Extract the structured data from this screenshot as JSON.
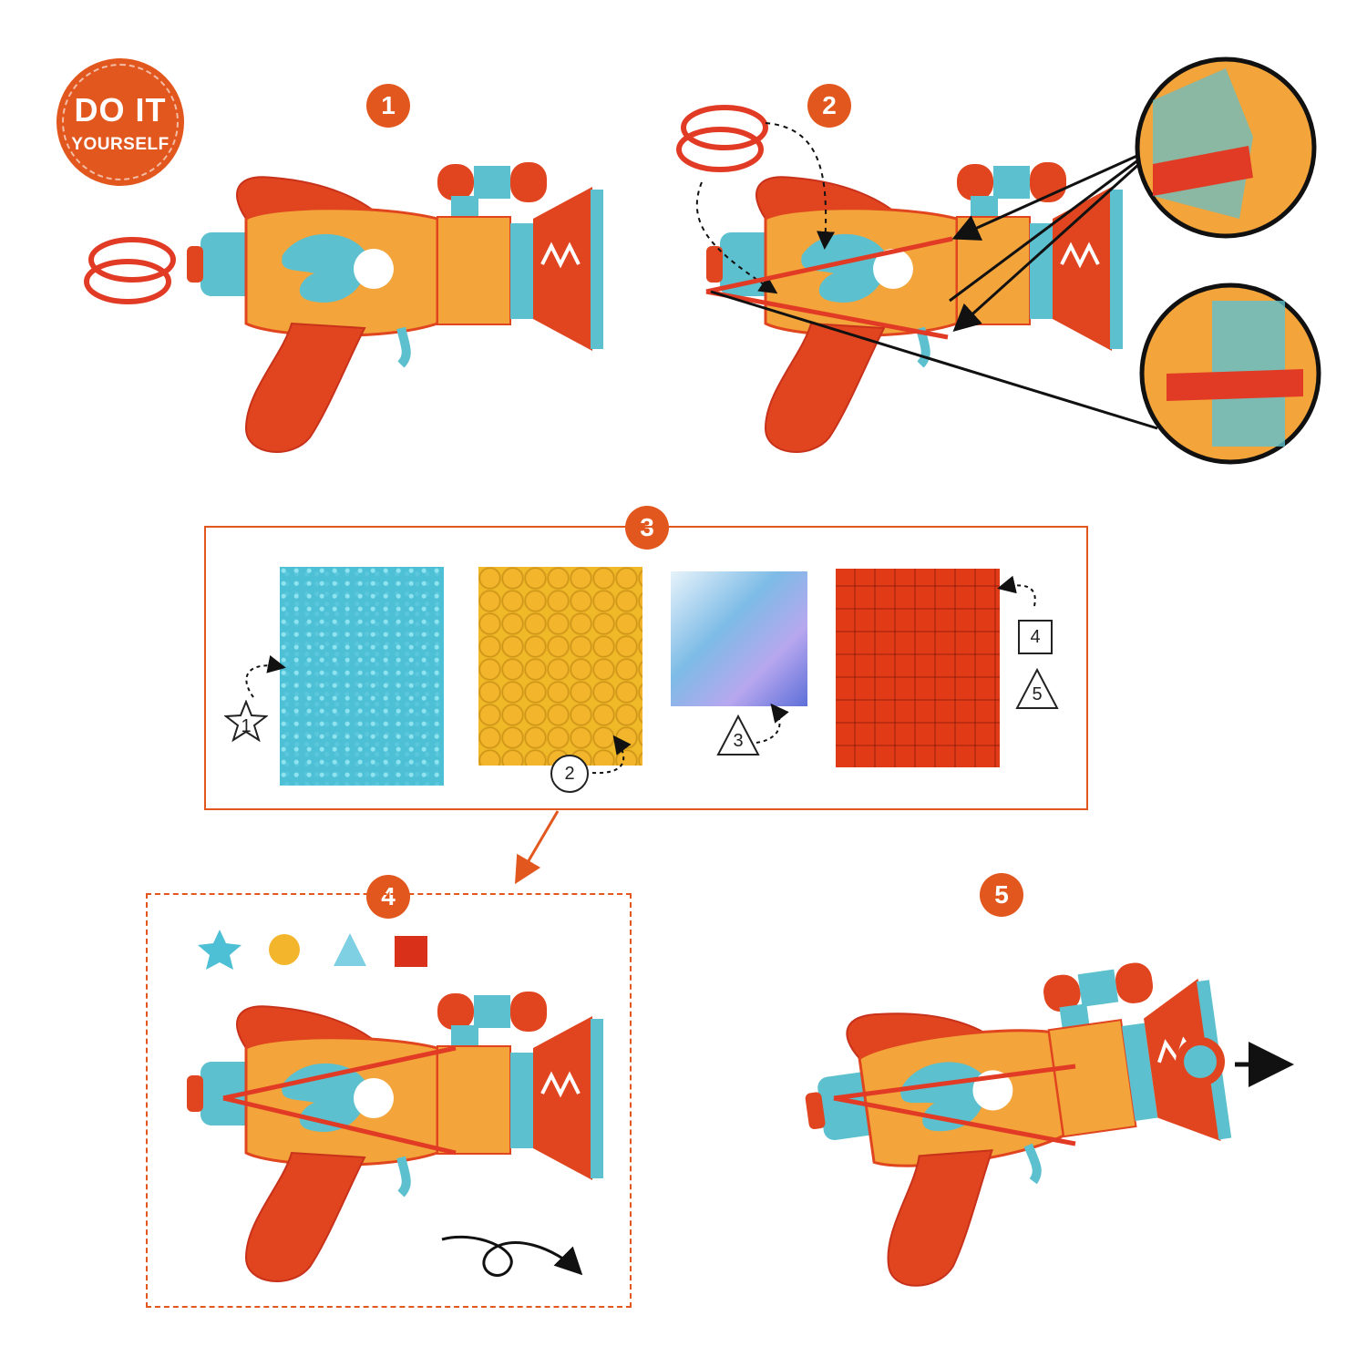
{
  "logo": {
    "line1": "DO IT",
    "line2": "YOURSELF"
  },
  "steps": [
    {
      "number": "1"
    },
    {
      "number": "2"
    },
    {
      "number": "3"
    },
    {
      "number": "4"
    },
    {
      "number": "5"
    }
  ],
  "sticker_markers": [
    {
      "label": "1",
      "shape": "star"
    },
    {
      "label": "2",
      "shape": "circle"
    },
    {
      "label": "3",
      "shape": "triangle"
    },
    {
      "label": "4",
      "shape": "square"
    },
    {
      "label": "5",
      "shape": "triangle"
    }
  ],
  "colors": {
    "accent": "#e2571e",
    "gun_red": "#e0451f",
    "gun_orange": "#f3a43a",
    "gun_teal": "#5cc0cf",
    "band_red": "#e23b25"
  }
}
